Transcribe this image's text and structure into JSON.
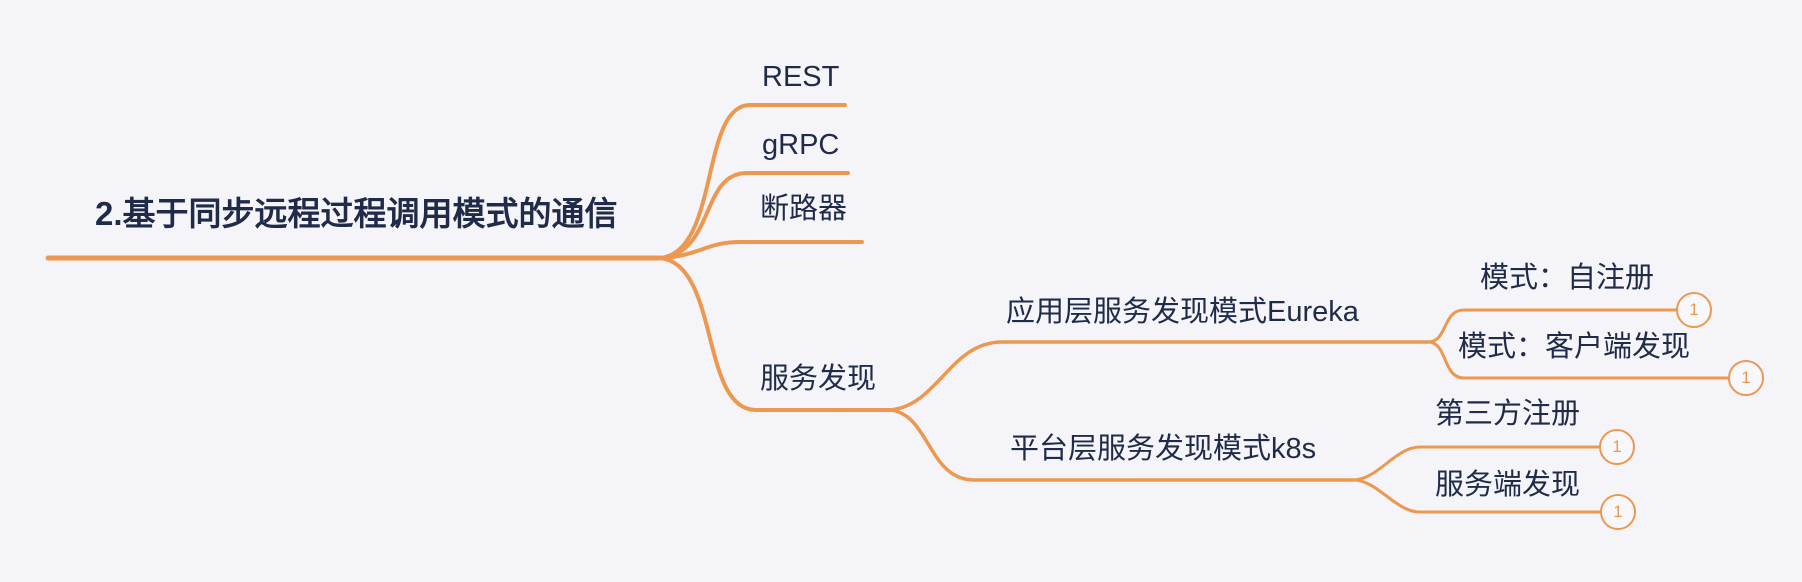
{
  "app": {
    "type": "mindmap",
    "background_color": "#F4F4F9",
    "branch_color": "#EC9850",
    "text_color": "#1F2B48",
    "badge_border_color": "#EC9850",
    "badge_text_color": "#EC9850"
  },
  "root": {
    "label": "2.基于同步远程过程调用模式的通信"
  },
  "nodes": {
    "rest": {
      "label": "REST"
    },
    "grpc": {
      "label": "gRPC"
    },
    "circuit_breaker": {
      "label": "断路器"
    },
    "service_discovery": {
      "label": "服务发现"
    },
    "eureka": {
      "label": "应用层服务发现模式Eureka"
    },
    "k8s": {
      "label": "平台层服务发现模式k8s"
    },
    "self_registration": {
      "label": "模式：自注册",
      "badge": "1"
    },
    "client_discovery": {
      "label": "模式：客户端发现",
      "badge": "1"
    },
    "third_party_registration": {
      "label": "第三方注册",
      "badge": "1"
    },
    "server_side_discovery": {
      "label": "服务端发现",
      "badge": "1"
    }
  }
}
